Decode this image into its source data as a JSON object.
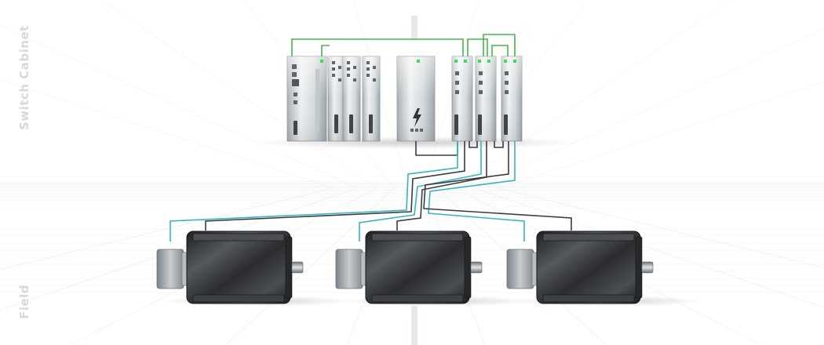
{
  "labels": {
    "switch_cabinet": "Switch Cabinet",
    "field": "Field"
  },
  "cabinet": {
    "controller": {
      "slots": 3,
      "icon": "controller-module"
    },
    "power_supply": {
      "icon": "lightning-icon"
    },
    "drive_modules": 3
  },
  "field": {
    "motors": 3,
    "encoder": "encoder-housing"
  },
  "colors": {
    "network": "#45b84a",
    "led": "#3ddc5a",
    "power_cable": "#3a3d40",
    "signal_cable": "#3ab3c0",
    "module_light": "#e8ebec",
    "module_dark": "#aab1b4",
    "motor_body": "#2e3032",
    "encoder": "#9aa1a4",
    "floor_line": "#d9dde0",
    "label": "#d6d9dc"
  }
}
